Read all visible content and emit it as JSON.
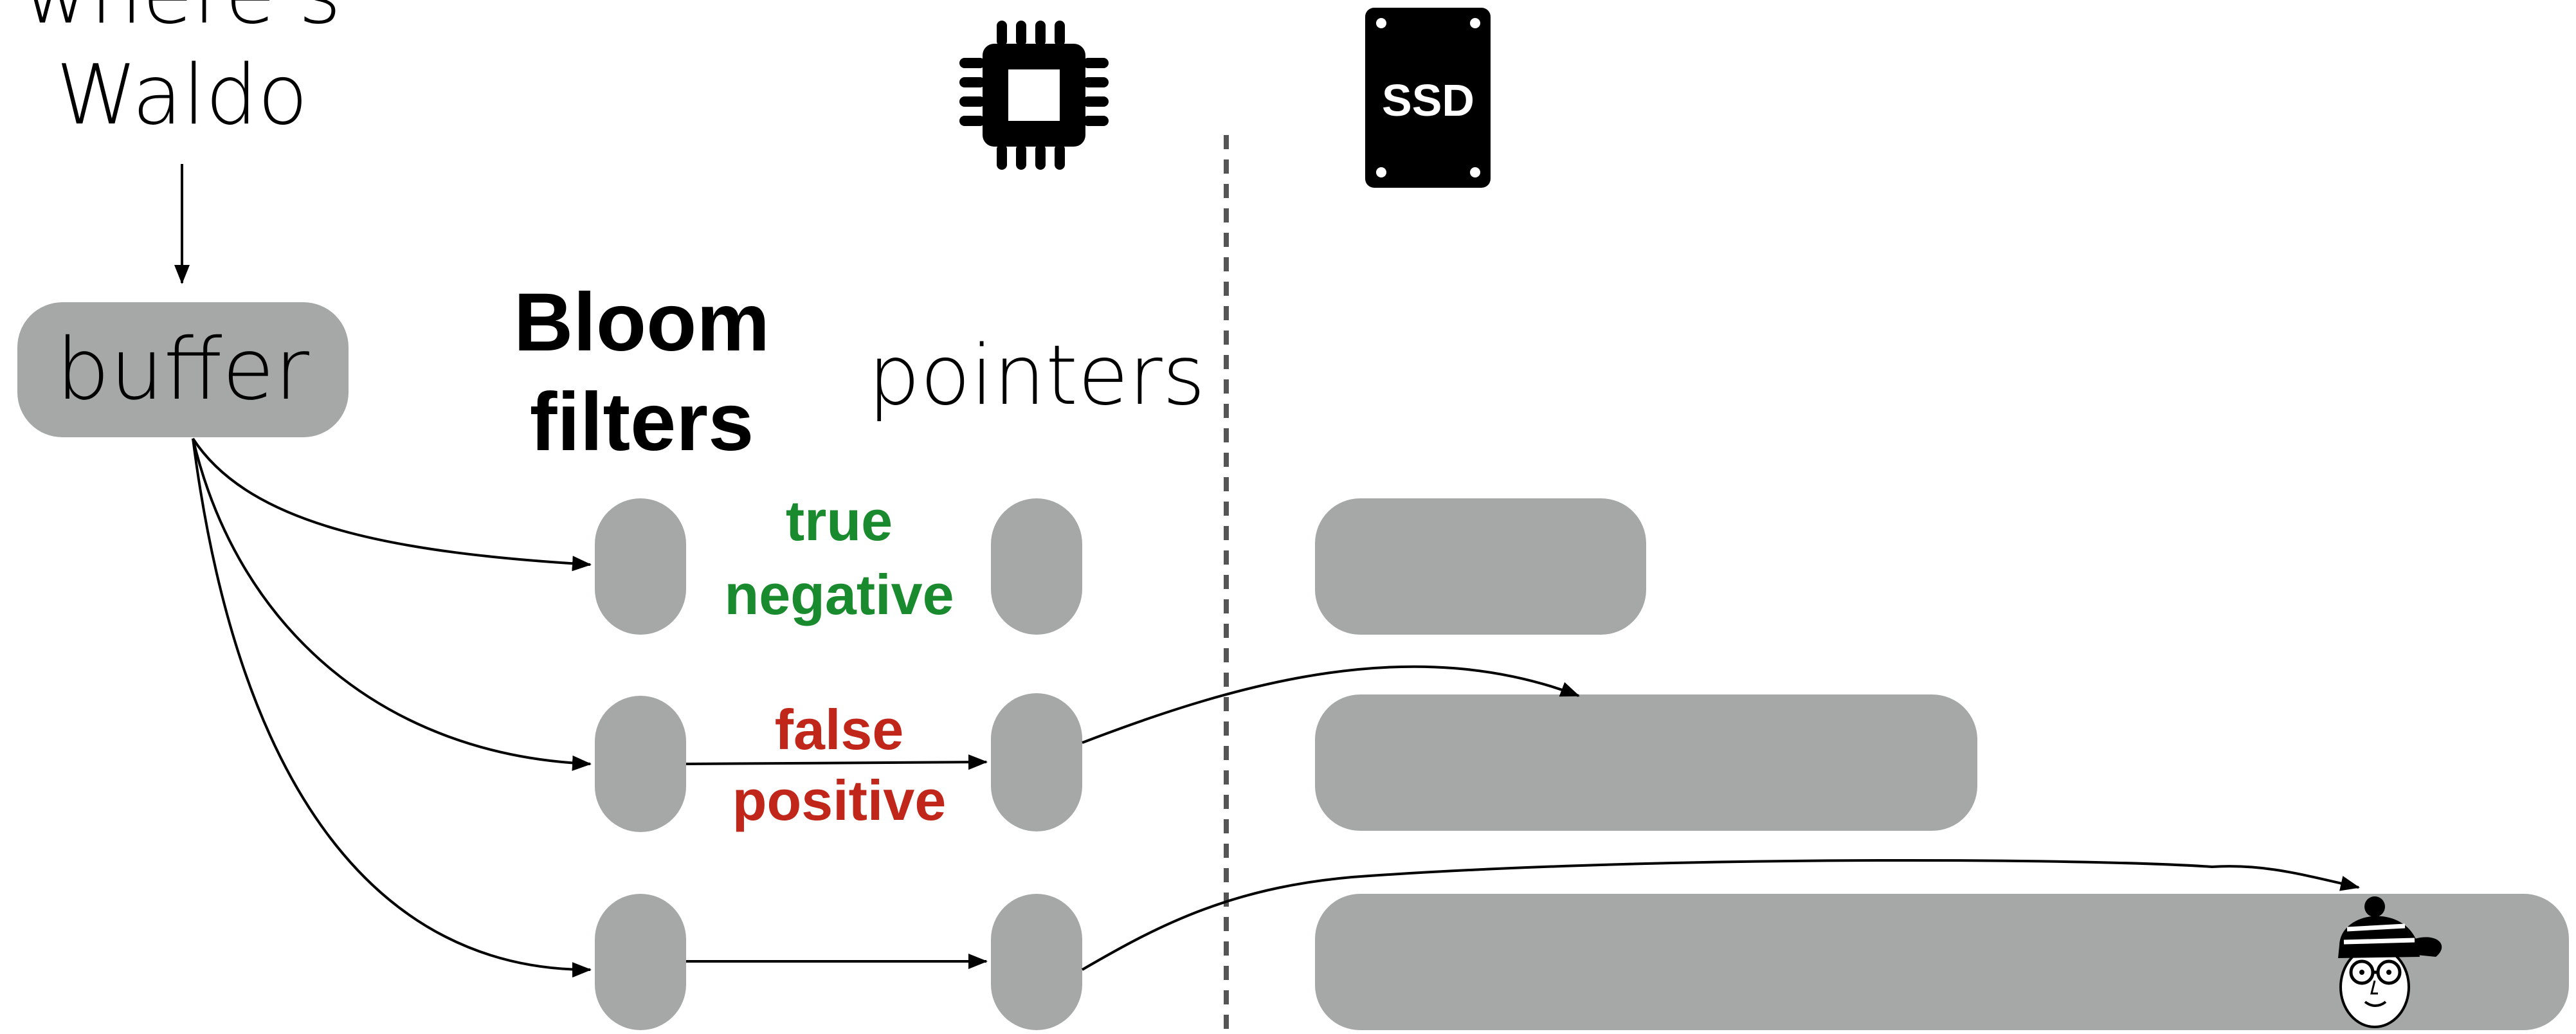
{
  "query": {
    "line1": "where's",
    "line2": "Waldo"
  },
  "buffer": {
    "label": "buffer"
  },
  "columns": {
    "bloom_line1": "Bloom",
    "bloom_line2": "filters",
    "pointers": "pointers"
  },
  "outcomes": {
    "true_negative": {
      "line1": "true",
      "line2": "negative",
      "color": "#1a8a2e"
    },
    "false_positive": {
      "line1": "false",
      "line2": "positive",
      "color": "#c0271a"
    }
  },
  "ssd_icon": {
    "label": "SSD"
  },
  "icons": {
    "cpu": "cpu-chip-icon",
    "ssd": "ssd-drive-icon",
    "waldo": "waldo-face-icon"
  },
  "colors": {
    "box_fill": "#a5a8a7",
    "stroke": "#000000",
    "divider": "#555555"
  }
}
